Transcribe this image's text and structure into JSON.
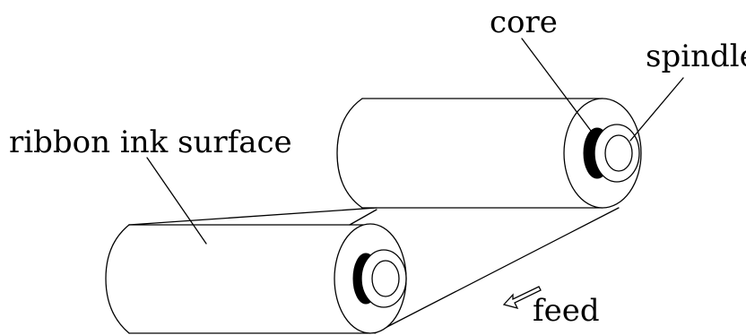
{
  "labels": {
    "core": "core",
    "spindle": "spindle",
    "ribbon_ink_surface": "ribbon ink surface",
    "feed": "feed"
  },
  "colors": {
    "line": "#000000",
    "background": "#ffffff"
  }
}
